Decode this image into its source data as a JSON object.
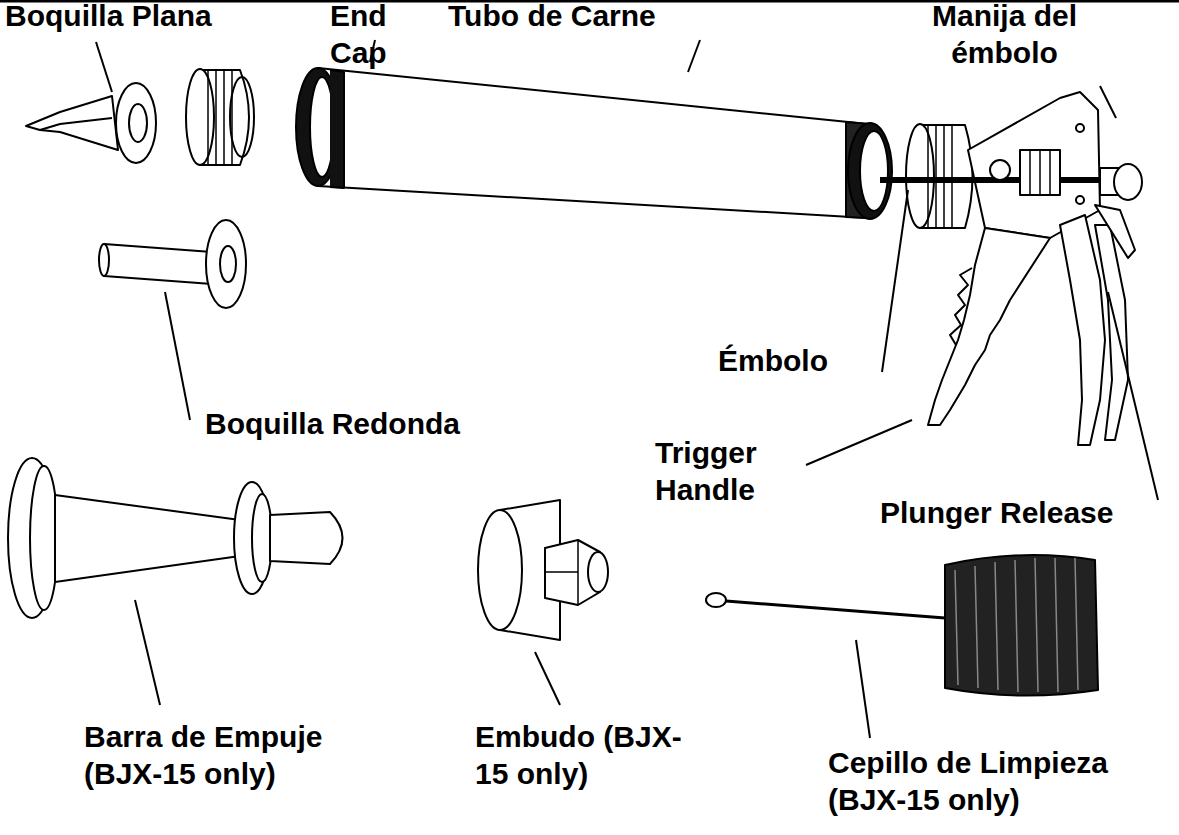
{
  "diagram": {
    "labels": [
      "Boquilla Plana",
      "End Cap",
      "Tubo de Carne",
      "Manija del émbolo",
      "Émbolo",
      "Boquilla Redonda",
      "Trigger Handle",
      "Plunger Release",
      "Barra de Empuje (BJX-15 only)",
      "Embudo (BJX-15 only)",
      "Cepillo de Limpieza (BJX-15 only)"
    ]
  }
}
